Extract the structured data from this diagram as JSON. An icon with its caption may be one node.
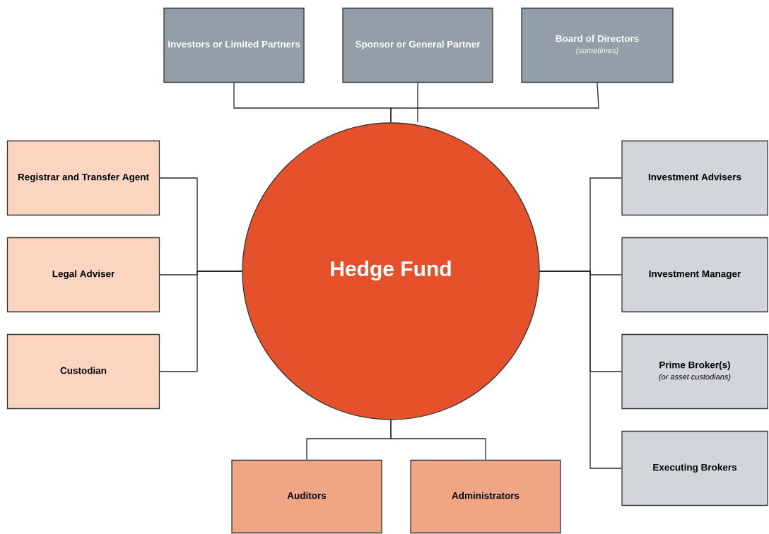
{
  "diagram": {
    "nodes": [
      {
        "text": [
          "Hedge Fund"
        ]
      },
      {
        "text": [
          "Investors or Limited Partners"
        ]
      },
      {
        "text": [
          "Sponsor or General Partner"
        ]
      },
      {
        "text": [
          "Board of Directors",
          "(sometimes)"
        ]
      },
      {
        "text": [
          "Registrar and Transfer Agent"
        ]
      },
      {
        "text": [
          "Legal Adviser"
        ]
      },
      {
        "text": [
          "Custodian"
        ]
      },
      {
        "text": [
          "Investment Advisers"
        ]
      },
      {
        "text": [
          "Investment Manager"
        ]
      },
      {
        "text": [
          "Prime Broker(s)",
          "(or asset custodians)"
        ]
      },
      {
        "text": [
          "Executing Brokers"
        ]
      },
      {
        "text": [
          "Auditors"
        ]
      },
      {
        "text": [
          "Administrators"
        ]
      }
    ],
    "edges": [
      {
        "from": 1,
        "to": 0,
        "arrow": "none"
      },
      {
        "from": 2,
        "to": 0,
        "arrow": "none"
      },
      {
        "from": 3,
        "to": 0,
        "arrow": "none"
      },
      {
        "from": 4,
        "to": 0,
        "arrow": "none"
      },
      {
        "from": 5,
        "to": 0,
        "arrow": "none"
      },
      {
        "from": 6,
        "to": 0,
        "arrow": "none"
      },
      {
        "from": 7,
        "to": 0,
        "arrow": "none"
      },
      {
        "from": 8,
        "to": 0,
        "arrow": "none"
      },
      {
        "from": 9,
        "to": 0,
        "arrow": "none"
      },
      {
        "from": 10,
        "to": 0,
        "arrow": "none"
      },
      {
        "from": 11,
        "to": 0,
        "arrow": "none"
      },
      {
        "from": 12,
        "to": 0,
        "arrow": "none"
      }
    ]
  }
}
